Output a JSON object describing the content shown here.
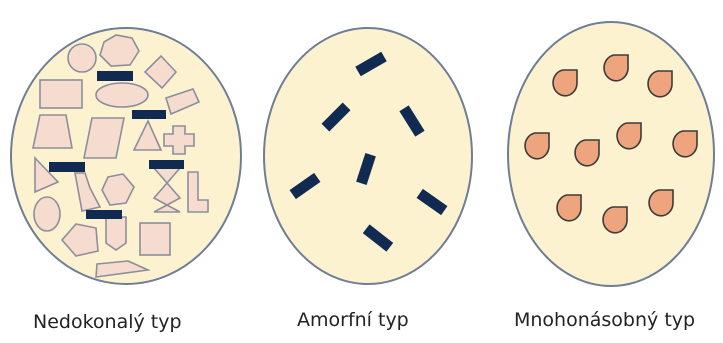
{
  "diagram": {
    "panels": [
      {
        "label": "Nedokonalý typ"
      },
      {
        "label": "Amorfní typ"
      },
      {
        "label": "Mnohonásobný typ"
      }
    ],
    "colors": {
      "ellipse_fill": "#fdf2cf",
      "ellipse_stroke": "#6d7e95",
      "shape_fill": "#f6dccf",
      "shape_stroke": "#8d8e9c",
      "bar": "#112a52",
      "drop_fill": "#eea47d",
      "drop_stroke": "#3c3c3c"
    }
  }
}
